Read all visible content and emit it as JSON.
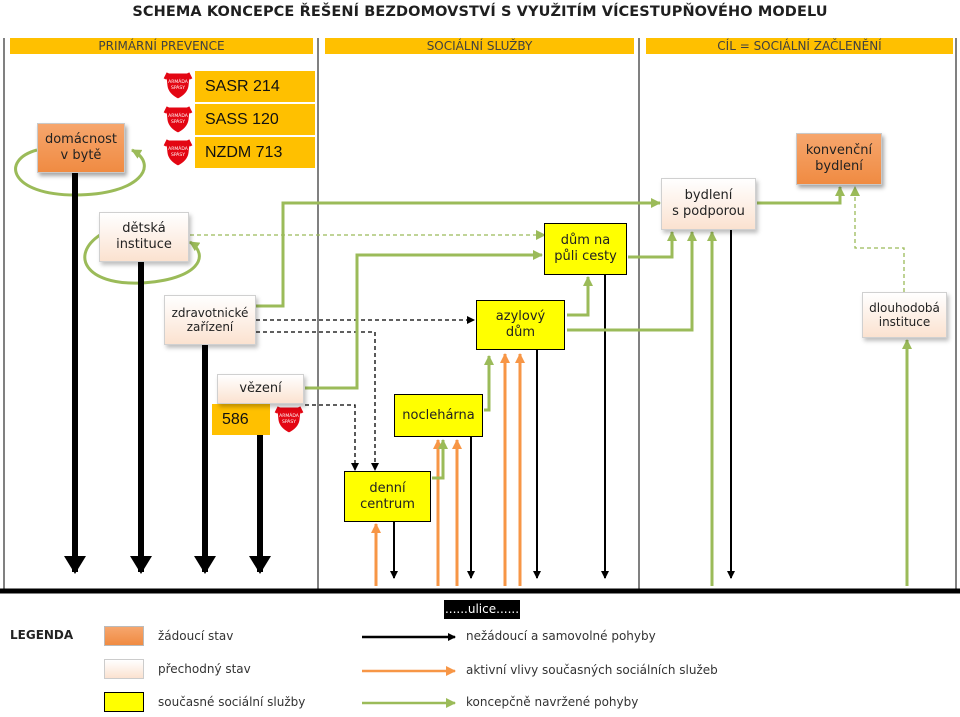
{
  "title": "SCHEMA KONCEPCE ŘEŠENÍ BEZDOMOVSTVÍ S VYUŽITÍM VÍCESTUPŇOVÉHO MODELU",
  "sections": [
    "PRIMÁRNÍ PREVENCE",
    "SOCIÁLNÍ SLUŽBY",
    "CÍL = SOCIÁLNÍ ZAČLENĚNÍ"
  ],
  "capacities": [
    {
      "label": "SASR 214"
    },
    {
      "label": "SASS 120"
    },
    {
      "label": "NZDM 713"
    }
  ],
  "prison_capacity": "586",
  "logo_text": [
    "ARMÁDA",
    "SPÁSY"
  ],
  "nodes": {
    "domacnost": {
      "line1": "domácnost",
      "line2": "v bytě"
    },
    "detska": {
      "line1": "dětská",
      "line2": "instituce"
    },
    "zdravotnicke": {
      "line1": "zdravotnické",
      "line2": "zařízení"
    },
    "vezeni": {
      "line1": "vězení"
    },
    "denni": {
      "line1": "denní",
      "line2": "centrum"
    },
    "nocleharna": {
      "line1": "noclehárna"
    },
    "azylovy": {
      "line1": "azylový",
      "line2": "dům"
    },
    "dum_na_puli": {
      "line1": "dům na",
      "line2": "půli cesty"
    },
    "bydleni_podpora": {
      "line1": "bydlení",
      "line2": "s podporou"
    },
    "konvencni": {
      "line1": "konvenční",
      "line2": "bydlení"
    },
    "dlouhodoba": {
      "line1": "dlouhodobá",
      "line2": "instituce"
    }
  },
  "street_label": "......ulice......",
  "legend": {
    "title": "LEGENDA",
    "box_items": [
      "žádoucí stav",
      "přechodný stav",
      "současné sociální služby"
    ],
    "arrow_items": [
      {
        "label": "nežádoucí a samovolné pohyby",
        "color": "#000000"
      },
      {
        "label": "aktivní vlivy současných sociálních služeb",
        "color": "#f79646"
      },
      {
        "label": "koncepčně navržené pohyby",
        "color": "#9bbb59"
      }
    ]
  },
  "colors": {
    "desired": "#f08b42",
    "transitional": "#fbe2d0",
    "services": "#ffff00",
    "header": "#ffc000",
    "black_arrow": "#000000",
    "orange_arrow": "#f79646",
    "green_arrow": "#9bbb59"
  }
}
